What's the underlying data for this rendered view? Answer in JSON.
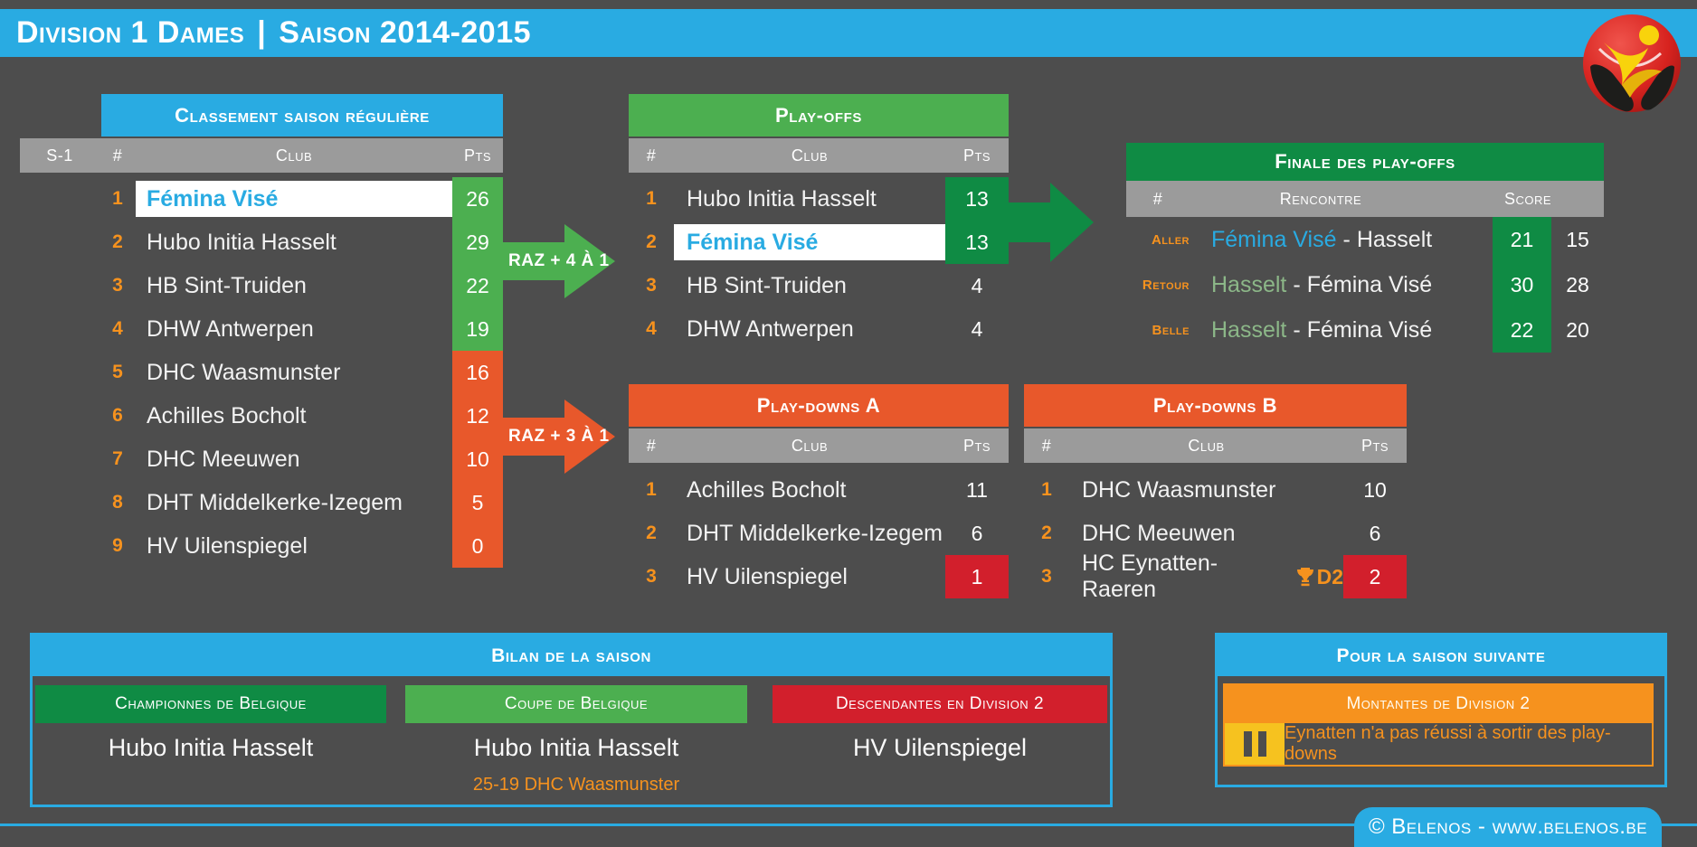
{
  "colors": {
    "background": "#4D4D4D",
    "blue": "#29ABE2",
    "green": "#4CAF50",
    "dark_green": "#0F8B44",
    "orange": "#E8582B",
    "light_orange": "#F6921E",
    "red": "#D21F2C",
    "yellow": "#F6C21F",
    "header_gray": "#9B9B9B",
    "sage_green": "#8CB788"
  },
  "top_bar": {
    "competition": "Division 1 Dames",
    "separator": "|",
    "season": "Saison 2014-2015"
  },
  "regular_season": {
    "title": "Classement saison régulière",
    "columns": {
      "previous": "S-1",
      "rank": "#",
      "club": "Club",
      "points": "Pts"
    },
    "rows": [
      {
        "rank": "1",
        "club": "Fémina Visé",
        "points": "26"
      },
      {
        "rank": "2",
        "club": "Hubo Initia Hasselt",
        "points": "29"
      },
      {
        "rank": "3",
        "club": "HB Sint-Truiden",
        "points": "22"
      },
      {
        "rank": "4",
        "club": "DHW Antwerpen",
        "points": "19"
      },
      {
        "rank": "5",
        "club": "DHC Waasmunster",
        "points": "16"
      },
      {
        "rank": "6",
        "club": "Achilles Bocholt",
        "points": "12"
      },
      {
        "rank": "7",
        "club": "DHC Meeuwen",
        "points": "10"
      },
      {
        "rank": "8",
        "club": "DHT Middelkerke-Izegem",
        "points": "5"
      },
      {
        "rank": "9",
        "club": "HV Uilenspiegel",
        "points": "0"
      }
    ]
  },
  "arrows": {
    "to_playoffs": "RAZ + 4 À 1",
    "to_playdowns": "RAZ + 3 À 1"
  },
  "playoffs": {
    "title": "Play-offs",
    "columns": {
      "rank": "#",
      "club": "Club",
      "points": "Pts"
    },
    "rows": [
      {
        "rank": "1",
        "club": "Hubo Initia Hasselt",
        "points": "13"
      },
      {
        "rank": "2",
        "club": "Fémina Visé",
        "points": "13"
      },
      {
        "rank": "3",
        "club": "HB Sint-Truiden",
        "points": "4"
      },
      {
        "rank": "4",
        "club": "DHW Antwerpen",
        "points": "4"
      }
    ]
  },
  "finale": {
    "title": "Finale des play-offs",
    "columns": {
      "number": "#",
      "match": "Rencontre",
      "score": "Score"
    },
    "separator": "-",
    "rows": [
      {
        "label": "Aller",
        "home": "Fémina Visé",
        "away": "Hasselt",
        "score_home": "21",
        "score_away": "15"
      },
      {
        "label": "Retour",
        "home": "Hasselt",
        "away": "Fémina Visé",
        "score_home": "30",
        "score_away": "28"
      },
      {
        "label": "Belle",
        "home": "Hasselt",
        "away": "Fémina Visé",
        "score_home": "22",
        "score_away": "20"
      }
    ]
  },
  "playdowns_a": {
    "title": "Play-downs A",
    "columns": {
      "rank": "#",
      "club": "Club",
      "points": "Pts"
    },
    "rows": [
      {
        "rank": "1",
        "club": "Achilles Bocholt",
        "points": "11"
      },
      {
        "rank": "2",
        "club": "DHT Middelkerke-Izegem",
        "points": "6"
      },
      {
        "rank": "3",
        "club": "HV Uilenspiegel",
        "points": "1"
      }
    ]
  },
  "playdowns_b": {
    "title": "Play-downs B",
    "columns": {
      "rank": "#",
      "club": "Club",
      "points": "Pts"
    },
    "rows": [
      {
        "rank": "1",
        "club": "DHC Waasmunster",
        "points": "10"
      },
      {
        "rank": "2",
        "club": "DHC Meeuwen",
        "points": "6"
      },
      {
        "rank": "3",
        "club": "HC Eynatten-Raeren",
        "badge": "D2",
        "points": "2"
      }
    ]
  },
  "bilan": {
    "title": "Bilan de la saison",
    "sections": [
      {
        "label": "Championnes de Belgique",
        "team": "Hubo Initia Hasselt"
      },
      {
        "label": "Coupe de Belgique",
        "team": "Hubo Initia Hasselt",
        "note": "25-19 DHC Waasmunster"
      },
      {
        "label": "Descendantes en Division 2",
        "team": "HV Uilenspiegel"
      }
    ]
  },
  "next_season": {
    "title": "Pour la saison suivante",
    "banner": "Montantes de Division 2",
    "note": "Eynatten n'a pas réussi à sortir des play-downs"
  },
  "footer": {
    "credit": "© Belenos - www.belenos.be"
  }
}
